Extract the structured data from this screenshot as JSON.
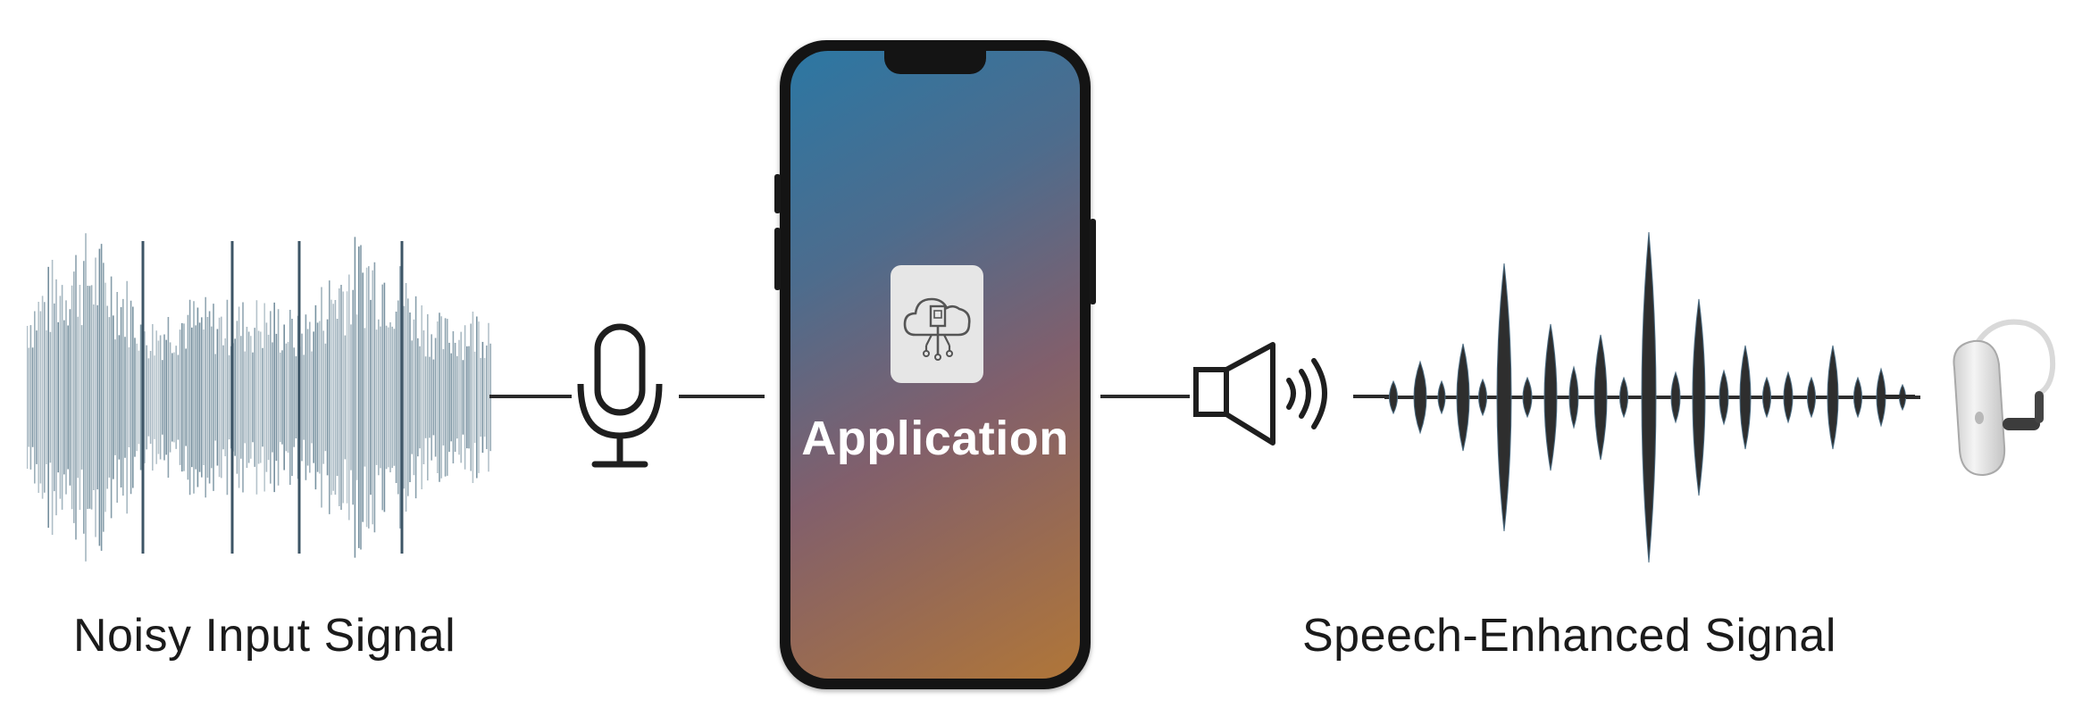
{
  "labels": {
    "left_caption": "Noisy Input Signal",
    "right_caption": "Speech-Enhanced Signal",
    "app_label": "Application"
  },
  "icons": {
    "microphone": "microphone-icon",
    "speaker": "speaker-icon",
    "app": "cloud-chip-icon",
    "hearing_aid": "hearing-aid-icon"
  },
  "colors": {
    "noisy_wave": "#6b8797",
    "clean_wave": "#2e2e2e",
    "screen_gradient_start": "#2c77a3",
    "screen_gradient_end": "#b07638"
  }
}
